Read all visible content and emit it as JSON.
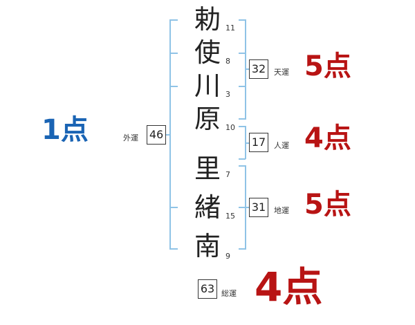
{
  "name": {
    "chars": [
      "勅",
      "使",
      "川",
      "原",
      "里",
      "緒",
      "南"
    ],
    "strokes": [
      "11",
      "8",
      "3",
      "10",
      "7",
      "15",
      "9"
    ]
  },
  "fortunes": {
    "tenun": {
      "value": "32",
      "label": "天運",
      "score": "5点"
    },
    "jinun": {
      "value": "17",
      "label": "人運",
      "score": "4点"
    },
    "chiun": {
      "value": "31",
      "label": "地運",
      "score": "5点"
    },
    "gaiun": {
      "value": "46",
      "label": "外運",
      "score": "1点"
    },
    "souun": {
      "value": "63",
      "label": "総運",
      "score": "4点"
    }
  },
  "colors": {
    "bracket": "#8fc3e6",
    "good": "#b81414",
    "bad": "#1a64b4"
  }
}
